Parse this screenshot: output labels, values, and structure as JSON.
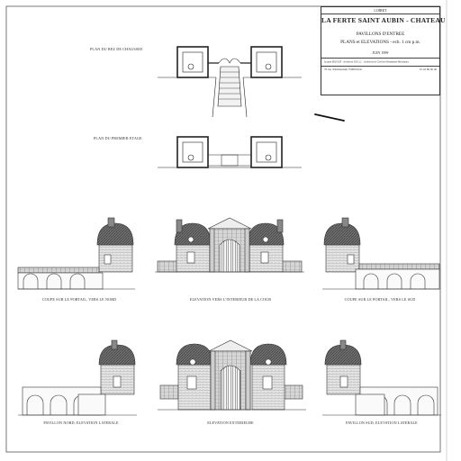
{
  "cartouche": {
    "region": "LOIRET",
    "title": "LA FERTE SAINT AUBIN - CHATEAU",
    "subtitle": "PAVILLONS D'ENTREE",
    "scale": "PLANS et ELEVATIONS - ech. 1 cm p.m.",
    "date": "JUIN 1999",
    "author": "Jacques MOULIN - Architecte D.P.L.G. - Architecte en Chef des Monuments Historiques",
    "address": "79 rue d'Amsterdam 75008 Paris",
    "phone": "01 42 80 60 46"
  },
  "drawings": {
    "plan_ground": "PLAN DU REZ DE CHAUSSEE",
    "plan_first": "PLAN DU PREMIER ETAGE",
    "section_north": "COUPE SUR LE PORTAIL, VERS LE NORD",
    "elevation_court": "ELEVATION VERS L'INTERIEUR DE LA COUR",
    "section_south": "COUPE SUR LE PORTAIL, VERS LE SUD",
    "side_north": "PAVILLON NORD, ELEVATION LATERALE",
    "elevation_exterior": "ELEVATION EXTERIEURE",
    "side_south": "PAVILLON SUD, ELEVATION LATERALE"
  }
}
